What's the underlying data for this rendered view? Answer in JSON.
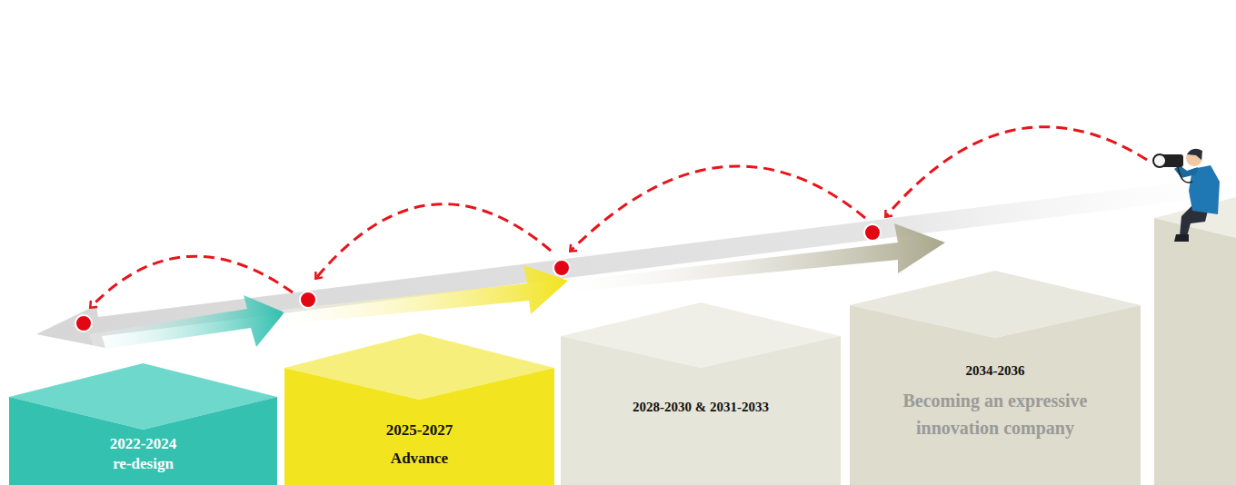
{
  "diagram": {
    "nodes": [
      {
        "text": [
          "2022-2024",
          "re-design"
        ]
      },
      {
        "text": [
          "2025-2027",
          "Advance"
        ]
      },
      {
        "text": [
          "2028-2030 & 2031-2033"
        ]
      },
      {
        "text": [
          "2034-2036",
          "Becoming an expressive innovation company"
        ]
      }
    ]
  }
}
